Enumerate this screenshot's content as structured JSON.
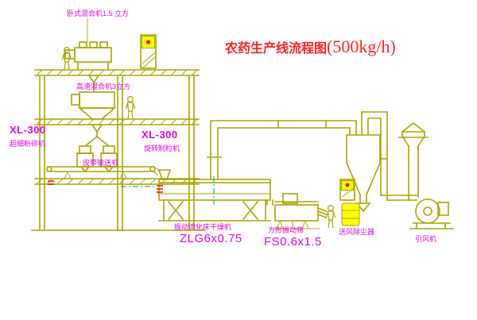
{
  "title": {
    "text": "农药生产线流程图",
    "capacity": "(500kg/h)"
  },
  "labels": {
    "top_mixer": "卧式混合机1.5 立方",
    "high_speed_mixer": "高速混合机3立方",
    "pulverizer_model": "XL-300",
    "pulverizer_name": "超细粉碎机",
    "granulator_model": "XL-300",
    "granulator_name": "旋转制粒机",
    "belt_conveyor": "皮带输送机",
    "dryer_name": "振动流化床干燥机",
    "dryer_model": "ZLG6x0.75",
    "sieve_name": "方形振动筛",
    "sieve_model": "FS0.6x1.5",
    "dust_unit": "送风除尘器",
    "fan": "引风机"
  },
  "colors": {
    "line": "#a9a400",
    "label": "#e400e4",
    "title": "#ff2222",
    "yellow": "#ffff00",
    "red": "#ff0000",
    "green": "#00a650"
  }
}
